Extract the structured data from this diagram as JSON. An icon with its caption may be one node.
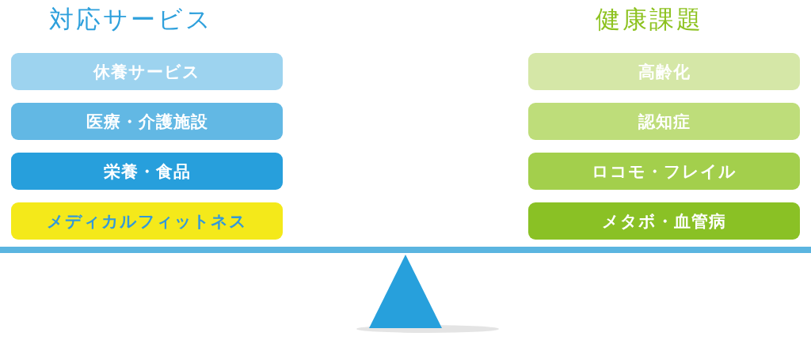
{
  "diagram": {
    "nodes": [
      {
        "text": [
          "休養サービス"
        ]
      },
      {
        "text": [
          "医療・介護施設"
        ]
      },
      {
        "text": [
          "栄養・食品"
        ]
      },
      {
        "text": [
          "メディカルフィットネス"
        ]
      },
      {
        "text": [
          "高齢化"
        ]
      },
      {
        "text": [
          "認知症"
        ]
      },
      {
        "text": [
          "ロコモ・フレイル"
        ]
      },
      {
        "text": [
          "メタボ・血管病"
        ]
      }
    ],
    "labels": [
      "対応サービス",
      "健康課題"
    ]
  }
}
